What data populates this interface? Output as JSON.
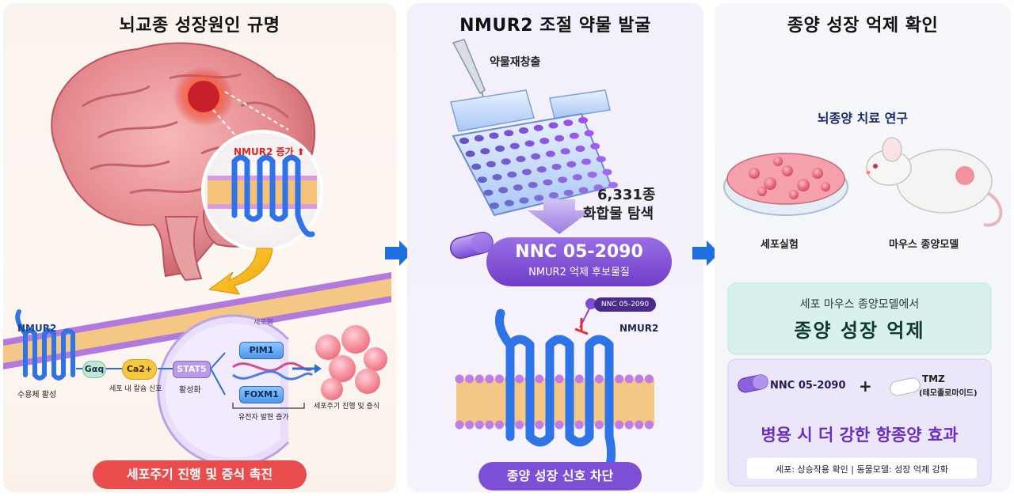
{
  "panel1": {
    "title": "뇌교종 성장원인 규명",
    "nmur2_increase": "NMUR2 증가",
    "nmur2_label": "NMUR2",
    "receptor_activation": "수용체 활성",
    "gaq": "Gαq",
    "ca": "Ca2+",
    "calcium_signal": "세포 내 칼슘 신호",
    "stat5": "STAT5",
    "activation": "활성화",
    "nucleus": "세포핵",
    "pim1": "PIM1",
    "foxm1": "FOXM1",
    "gene_expression": "유전자 발현 증가",
    "cell_cycle": "세포주기 진행 및 증식",
    "bottom_pill": "세포주기 진행 및 증식 촉진"
  },
  "panel2": {
    "title": "NMUR2 조절 약물 발굴",
    "drug_repurposing": "약물재창출",
    "compound_count": "6,331종",
    "compound_search": "화합물 탐색",
    "drug_name": "NNC 05-2090",
    "drug_sub": "NMUR2 억제 후보물질",
    "small_drug_tag": "NNC 05-2090",
    "receptor_label": "NMUR2",
    "bottom_pill": "종양 성장 신호 차단"
  },
  "panel3": {
    "title": "종양 성장 억제 확인",
    "research": "뇌종양 치료 연구",
    "cell_exp": "세포실험",
    "mouse_model": "마우스 종양모델",
    "box_small": "세포 마우스 종양모델에서",
    "box_big": "종양 성장 억제",
    "combo_drug1": "NNC 05-2090",
    "plus": "+",
    "combo_drug2": "TMZ",
    "combo_drug2_sub": "(테모졸로마이드)",
    "combo_effect": "병용 시 더 강한 항종양 효과",
    "footnote": "세포: 상승작용 확인 | 동물모델: 성장 억제 강화"
  },
  "colors": {
    "arrow_blue": "#1f6fe0",
    "red_pill": "#e84c4c",
    "purple_pill": "#7d4fd6",
    "receptor_blue": "#2f73e8",
    "title_purple": "#6a2fc0"
  }
}
